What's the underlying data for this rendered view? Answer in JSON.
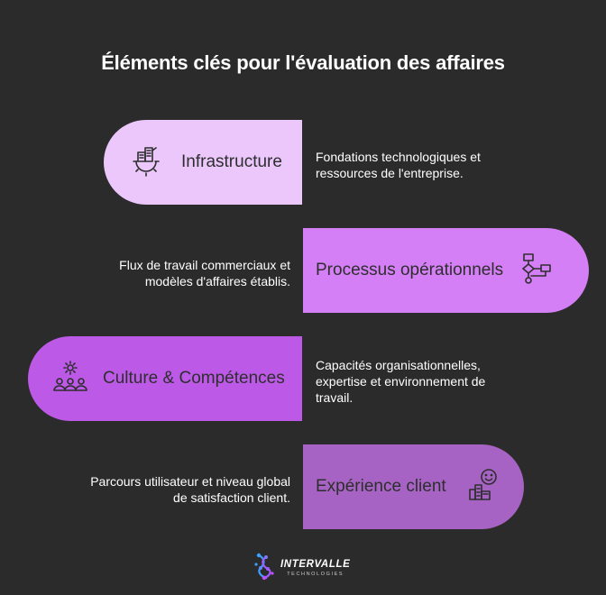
{
  "title": "Éléments clés pour l'évaluation des affaires",
  "items": [
    {
      "label": "Infrastructure",
      "description": "Fondations technologiques et ressources de l'entreprise.",
      "icon": "infrastructure-gear-icon",
      "color": "#ebc7fb"
    },
    {
      "label": "Processus opérationnels",
      "description": "Flux de travail commerciaux et modèles d'affaires établis.",
      "icon": "flowchart-icon",
      "color": "#d57ff6"
    },
    {
      "label": "Culture & Compétences",
      "description": "Capacités organisationnelles, expertise et environnement de travail.",
      "icon": "team-culture-icon",
      "color": "#bd59e7"
    },
    {
      "label": "Expérience client",
      "description": "Parcours utilisateur et niveau global de satisfaction client.",
      "icon": "customer-satisfaction-icon",
      "color": "#a763c4"
    }
  ],
  "logo": {
    "name": "INTERVALLE",
    "subtitle": "TECHNOLOGIES"
  },
  "colors": {
    "background": "#2b2b2b",
    "text": "#ffffff",
    "label_text": "#2e2e2e"
  }
}
